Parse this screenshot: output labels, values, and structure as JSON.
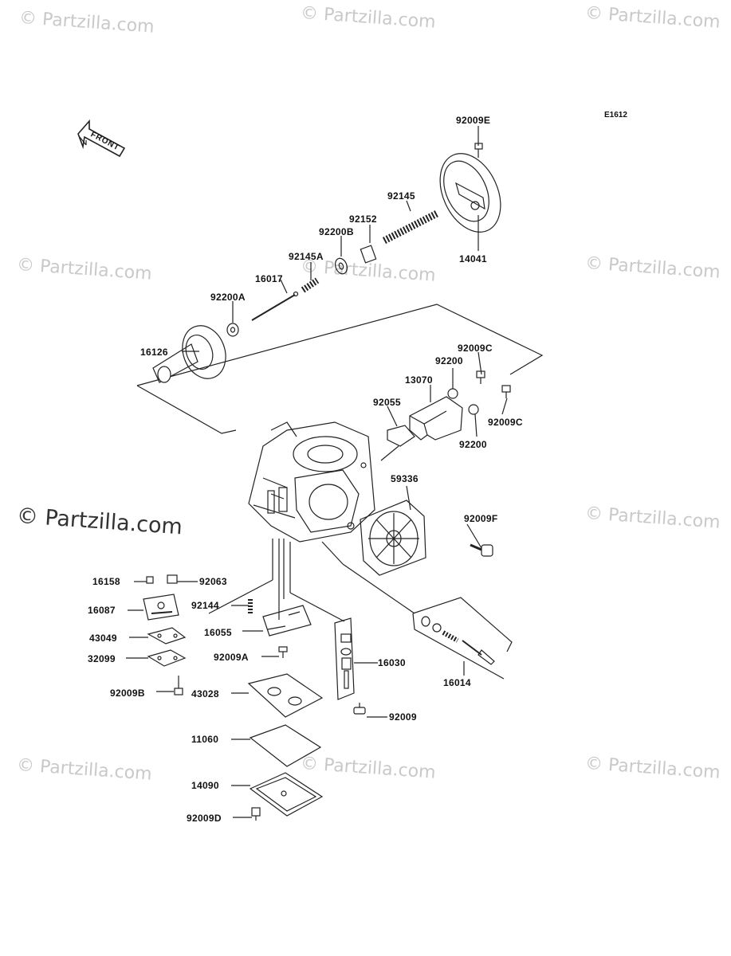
{
  "watermark": {
    "text": "© Partzilla.com",
    "featured_text": "© Partzilla.com"
  },
  "diagram": {
    "code": "E1612",
    "front_label": "FRONT"
  },
  "parts": {
    "p92009E": "92009E",
    "p92145": "92145",
    "p92152": "92152",
    "p92200B": "92200B",
    "p92145A": "92145A",
    "p16017": "16017",
    "p92200A": "92200A",
    "p14041": "14041",
    "p16126": "16126",
    "p92009C_a": "92009C",
    "p92200_a": "92200",
    "p13070": "13070",
    "p92055": "92055",
    "p92009C_b": "92009C",
    "p92200_b": "92200",
    "p59336": "59336",
    "p92009F": "92009F",
    "p16158": "16158",
    "p92063": "92063",
    "p92144": "92144",
    "p16087": "16087",
    "p16055": "16055",
    "p43049": "43049",
    "p32099": "32099",
    "p92009A": "92009A",
    "p16030": "16030",
    "p16014": "16014",
    "p92009B": "92009B",
    "p43028": "43028",
    "p92009": "92009",
    "p11060": "11060",
    "p14090": "14090",
    "p92009D": "92009D"
  },
  "colors": {
    "line": "#222222",
    "watermark": "#c9c9c9"
  }
}
